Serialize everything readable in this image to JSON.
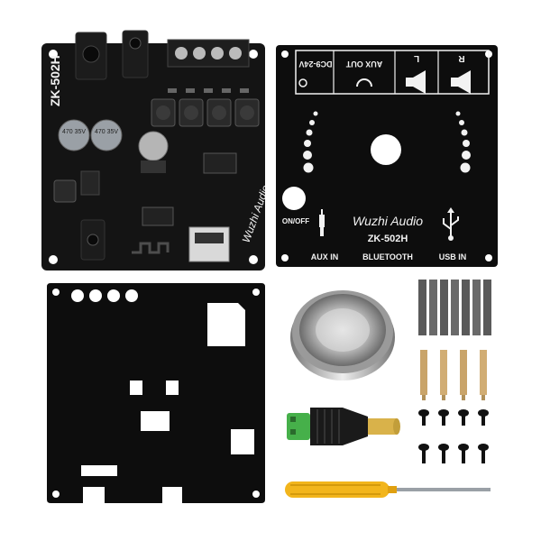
{
  "pcb": {
    "model_vertical": "ZK-502H",
    "brand_script": "Wuzhi Audio",
    "cap_left": "470 35V",
    "cap_right": "470 35V"
  },
  "panel": {
    "power_label": "DC9-24V",
    "aux_out_label": "AUX OUT",
    "left_label": "L",
    "right_label": "R",
    "on_off_label": "ON/OFF",
    "brand_script": "Wuzhi Audio",
    "model": "ZK-502H",
    "aux_in_label": "AUX IN",
    "bluetooth_label": "BLUETOOTH",
    "usb_in_label": "USB IN"
  },
  "colors": {
    "board": "#111111",
    "panel": "#0d0d0d",
    "text": "#f2f2f2",
    "knob": "#c9c9c9",
    "brass": "#c9a46a",
    "screwdriver_handle": "#f2b51c",
    "terminal_green": "#46b04a"
  }
}
